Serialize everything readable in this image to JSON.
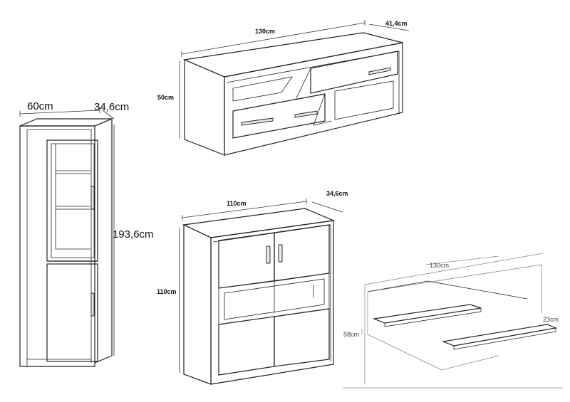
{
  "vitrine": {
    "width": "60cm",
    "depth": "34,6cm",
    "height": "193,6cm"
  },
  "tv_unit": {
    "width": "130cm",
    "depth": "41,4cm",
    "height": "50cm"
  },
  "commode": {
    "width": "110cm",
    "depth": "34,6cm",
    "height": "110cm"
  },
  "shelves": {
    "width": "130cm",
    "depth": "23cm",
    "height": "58cm"
  }
}
